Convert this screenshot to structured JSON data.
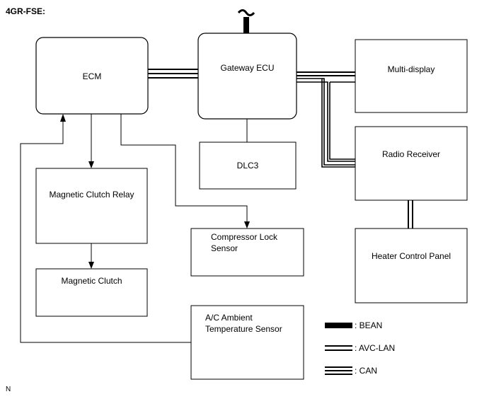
{
  "header": {
    "engine": "4GR-FSE:"
  },
  "components": {
    "ecm": "ECM",
    "gateway": "Gateway ECU",
    "multi_display": "Multi-display",
    "dlc3": "DLC3",
    "radio_receiver": "Radio Receiver",
    "magnetic_clutch_relay": "Magnetic Clutch Relay",
    "compressor_lock_sensor_line1": "Compressor Lock",
    "compressor_lock_sensor_line2": "Sensor",
    "heater_control_panel": "Heater Control Panel",
    "magnetic_clutch": "Magnetic Clutch",
    "ambient_sensor_line1": "A/C Ambient",
    "ambient_sensor_line2": "Temperature Sensor"
  },
  "legend": {
    "bean": ":  BEAN",
    "avc_lan": ":  AVC-LAN",
    "can": ":  CAN"
  },
  "footer": {
    "code": "N"
  }
}
